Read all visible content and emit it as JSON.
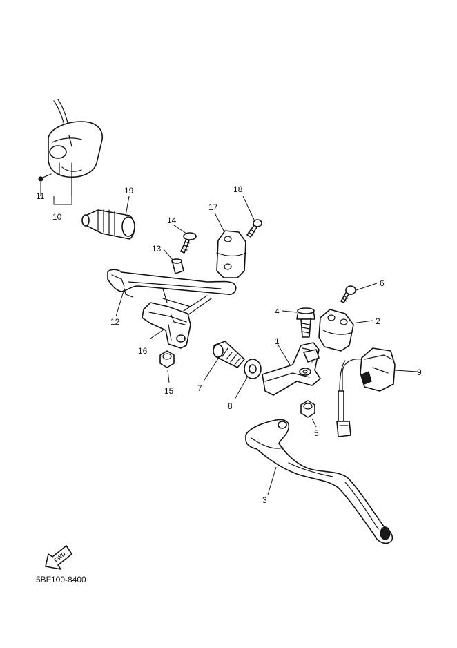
{
  "diagram": {
    "callouts": {
      "c1": "1",
      "c2": "2",
      "c3": "3",
      "c4": "4",
      "c5": "5",
      "c6": "6",
      "c7": "7",
      "c8": "8",
      "c9": "9",
      "c10": "10",
      "c11": "11",
      "c12": "12",
      "c13": "13",
      "c14": "14",
      "c15": "15",
      "c16": "16",
      "c17": "17",
      "c18": "18",
      "c19": "19"
    },
    "fwd_label": "FWD",
    "diagram_code": "5BF100-8400"
  }
}
